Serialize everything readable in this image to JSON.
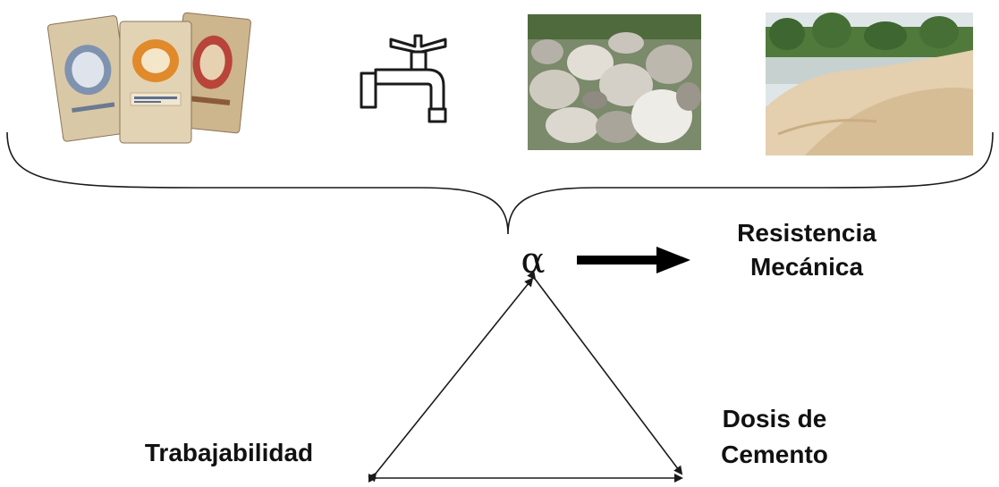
{
  "symbol": "α",
  "labels": {
    "resistencia_line1": "Resistencia",
    "resistencia_line2": "Mecánica",
    "trabajabilidad": "Trabajabilidad",
    "dosis_line1": "Dosis de",
    "dosis_line2": "Cemento"
  },
  "ingredients": [
    "cement-bags",
    "water-faucet",
    "aggregate-stones",
    "sand-pile"
  ],
  "colors": {
    "stroke": "#1a1a1a",
    "bag_paper": "#d9c8a6",
    "bag_label_orange": "#e08a2c",
    "bag_label_red": "#b8443a",
    "rock_light": "#d8d4cc",
    "rock_shadow": "#9a968c",
    "vegetation": "#4f7a3c",
    "sand": "#e4cfae",
    "sky": "#dfe6e8"
  }
}
